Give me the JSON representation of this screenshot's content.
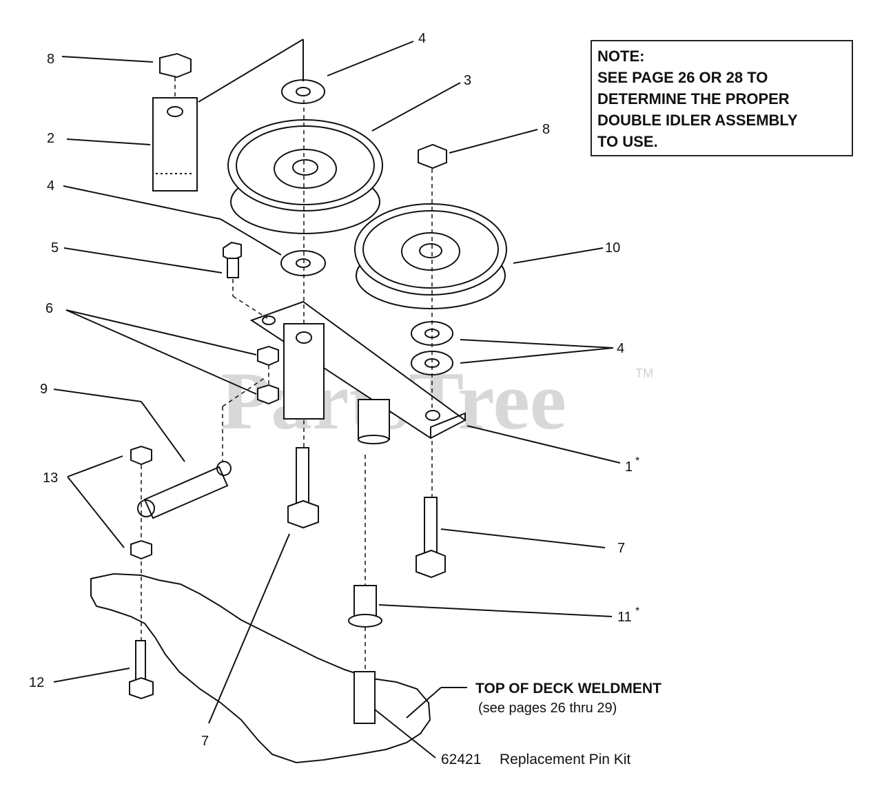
{
  "note": {
    "lines": [
      "NOTE:",
      "SEE PAGE 26 OR 28 TO",
      "DETERMINE THE PROPER",
      "DOUBLE IDLER ASSEMBLY",
      "TO USE."
    ]
  },
  "watermark": {
    "text": "PartsTree",
    "tm": "TM"
  },
  "callouts": [
    {
      "id": "c8a",
      "text": "8"
    },
    {
      "id": "c2",
      "text": "2"
    },
    {
      "id": "c4a",
      "text": "4"
    },
    {
      "id": "c3",
      "text": "3"
    },
    {
      "id": "c8b",
      "text": "8"
    },
    {
      "id": "c4b",
      "text": "4"
    },
    {
      "id": "c5",
      "text": "5"
    },
    {
      "id": "c10",
      "text": "10"
    },
    {
      "id": "c6",
      "text": "6"
    },
    {
      "id": "c4c",
      "text": "4"
    },
    {
      "id": "c9",
      "text": "9"
    },
    {
      "id": "c1",
      "text": "1",
      "sup": "*"
    },
    {
      "id": "c13",
      "text": "13"
    },
    {
      "id": "c7a",
      "text": "7"
    },
    {
      "id": "c11",
      "text": "11",
      "sup": "*"
    },
    {
      "id": "c12",
      "text": "12"
    },
    {
      "id": "c7b",
      "text": "7"
    }
  ],
  "deck_label": {
    "title": "TOP OF DECK WELDMENT",
    "subtitle": "(see pages 26 thru 29)"
  },
  "pin_kit": {
    "part": "62421",
    "desc": "Replacement Pin Kit"
  }
}
